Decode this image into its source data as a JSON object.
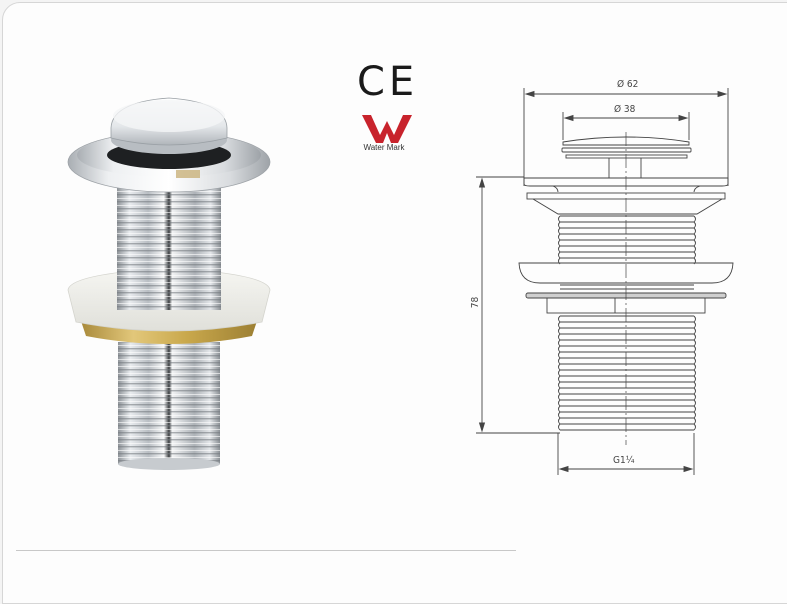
{
  "certifications": {
    "ce": {
      "label": "CE",
      "icon": "ce-mark-icon"
    },
    "watermark": {
      "label": "Water Mark",
      "icon": "watermark-w-icon",
      "color": "#c8232c"
    }
  },
  "product": {
    "name": "pop-up waste drain",
    "finish": "chrome",
    "washer_color": "#eeeeea",
    "brass_color": "#c9a84c"
  },
  "technical_drawing": {
    "dimensions": {
      "outer_diameter": "Ø 62",
      "cap_diameter": "Ø 38",
      "height": "78",
      "thread": "G1¼"
    }
  },
  "colors": {
    "background": "#fdfdfd",
    "line": "#444444",
    "divider": "#c8c8c8"
  }
}
